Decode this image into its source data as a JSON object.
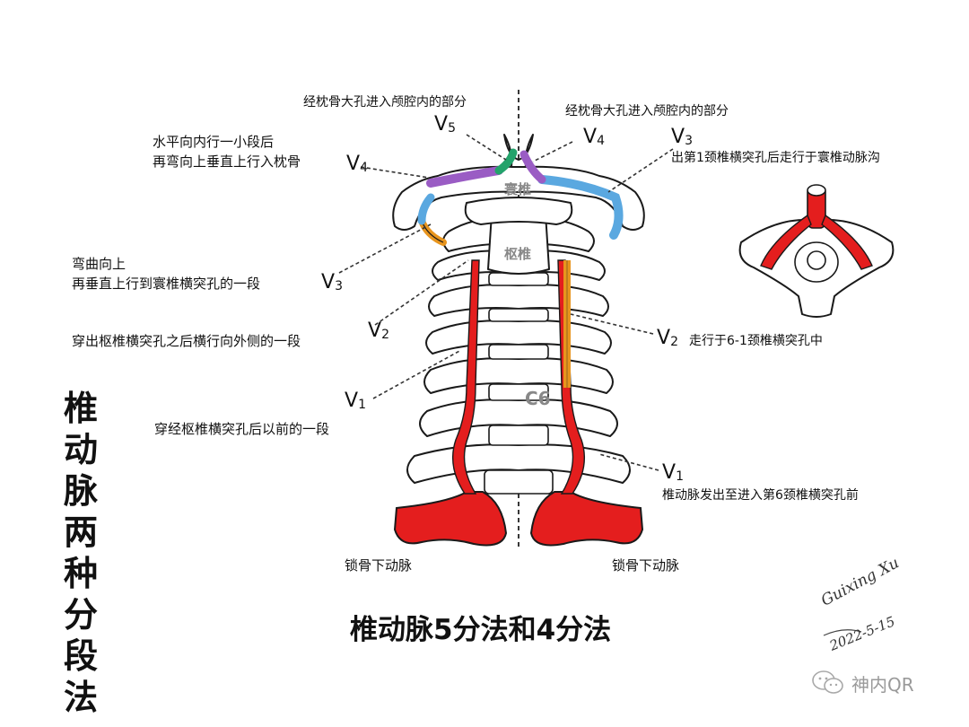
{
  "vertical_title": "椎动脉两种分段法",
  "main_title": "椎动脉5分法和4分法",
  "bone_labels": {
    "atlas": "寰椎",
    "axis": "枢椎",
    "c6": "C6"
  },
  "left": {
    "v5": {
      "tag": "V",
      "sub": "5",
      "desc": "经枕骨大孔进入颅腔内的部分"
    },
    "v4": {
      "tag": "V",
      "sub": "4",
      "desc_line1": "水平向内行一小段后",
      "desc_line2": "再弯向上垂直上行入枕骨"
    },
    "v3": {
      "tag": "V",
      "sub": "3",
      "desc_line1": "弯曲向上",
      "desc_line2": "再垂直上行到寰椎横突孔的一段"
    },
    "v2": {
      "tag": "V",
      "sub": "2",
      "desc": "穿出枢椎横突孔之后横行向外侧的一段"
    },
    "v1": {
      "tag": "V",
      "sub": "1",
      "desc": "穿经枢椎横突孔后以前的一段"
    },
    "subclavian": "锁骨下动脉"
  },
  "right": {
    "v4": {
      "tag": "V",
      "sub": "4",
      "desc": "经枕骨大孔进入颅腔内的部分"
    },
    "v3": {
      "tag": "V",
      "sub": "3",
      "desc": "出第1颈椎横突孔后走行于寰椎动脉沟"
    },
    "v2": {
      "tag": "V",
      "sub": "2",
      "desc": "走行于6-1颈椎横突孔中"
    },
    "v1": {
      "tag": "V",
      "sub": "1",
      "desc": "椎动脉发出至进入第6颈椎横突孔前"
    },
    "subclavian": "锁骨下动脉"
  },
  "signature": {
    "name": "Guixing Xu",
    "date": "2022-5-15"
  },
  "watermark": {
    "icon": "wechat-icon",
    "text": "神内QR"
  },
  "colors": {
    "artery_red": "#e41e1e",
    "v1v2_orange": "#e8951e",
    "v3_blue": "#5aa8e0",
    "v4_purple": "#9a5cc4",
    "v5_green": "#23a36b",
    "bone_label_gray": "#888888"
  }
}
